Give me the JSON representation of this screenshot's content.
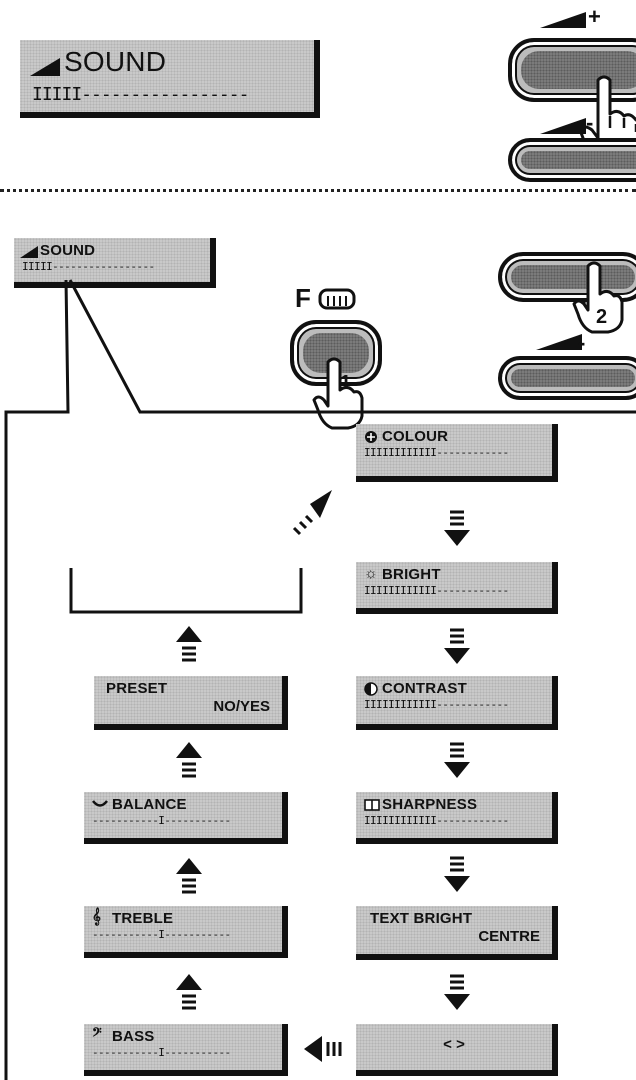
{
  "top": {
    "sound_box": {
      "label": "SOUND",
      "bar": "IIIII-----------------"
    }
  },
  "buttons": {
    "plus": "+",
    "minus": "-",
    "function_key": "F",
    "step_1": "1",
    "step_2": "2"
  },
  "small_sound_box": {
    "label": "SOUND",
    "bar": "IIIII-----------------"
  },
  "menu_right": [
    {
      "label": "COLOUR",
      "bar": "IIIIIIIIIIII------------"
    },
    {
      "label": "BRIGHT",
      "bar": "IIIIIIIIIIII------------"
    },
    {
      "label": "CONTRAST",
      "bar": "IIIIIIIIIIII------------"
    },
    {
      "label": "SHARPNESS",
      "bar": "IIIIIIIIIIII------------"
    },
    {
      "label": "TEXT BRIGHT",
      "sub": "CENTRE"
    },
    {
      "label": "< >"
    }
  ],
  "menu_left": [
    {
      "label": "PRESET",
      "sub": "NO/YES"
    },
    {
      "label": "BALANCE",
      "bar": "-----------I-----------"
    },
    {
      "label": "TREBLE",
      "bar": "-----------I-----------"
    },
    {
      "label": "BASS",
      "bar": "-----------I-----------"
    }
  ]
}
